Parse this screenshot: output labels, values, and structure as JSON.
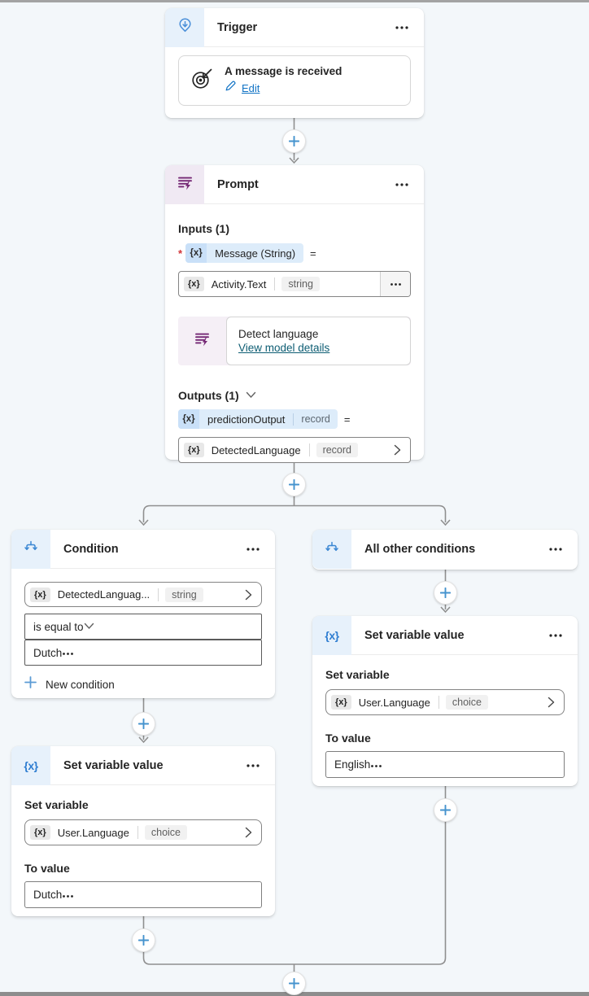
{
  "tokens": {
    "fx": "{x}",
    "equals": "=",
    "required": "*"
  },
  "colors": {
    "canvas_bg": "#f3f7fa",
    "accent_blue": "#2e7dd1",
    "icon_blue": "#4a8fd9",
    "icon_purple": "#742774",
    "link_blue": "#1173c5",
    "link_teal": "#0d5d73",
    "connector_gray": "#8f8f8f",
    "chip_blue_bg": "#ddecfa",
    "header_blue_bg": "#e7f1fb",
    "header_purple_bg": "#f0e9f3",
    "required_red": "#d13438"
  },
  "trigger": {
    "title": "Trigger",
    "event": {
      "name": "A message is received",
      "edit_label": "Edit"
    }
  },
  "prompt": {
    "title": "Prompt",
    "inputs_label": "Inputs (1)",
    "input_chip": {
      "name": "Message (String)"
    },
    "input_field": {
      "value": "Activity.Text",
      "type": "string"
    },
    "model": {
      "name": "Detect language",
      "link_label": "View model details"
    },
    "outputs_label": "Outputs (1)",
    "output_chip": {
      "name": "predictionOutput",
      "type": "record"
    },
    "output_field": {
      "value": "DetectedLanguage",
      "type": "record"
    }
  },
  "condition": {
    "title": "Condition",
    "field": {
      "value": "DetectedLanguag...",
      "type": "string"
    },
    "operator": "is equal to",
    "value": "Dutch",
    "new_condition_label": "New condition"
  },
  "all_other_conditions": {
    "title": "All other conditions"
  },
  "set_variable_left": {
    "title": "Set variable value",
    "variable_label": "Set variable",
    "variable": {
      "value": "User.Language",
      "type": "choice"
    },
    "to_value_label": "To value",
    "value": "Dutch"
  },
  "set_variable_right": {
    "title": "Set variable value",
    "variable_label": "Set variable",
    "variable": {
      "value": "User.Language",
      "type": "choice"
    },
    "to_value_label": "To value",
    "value": "English"
  }
}
